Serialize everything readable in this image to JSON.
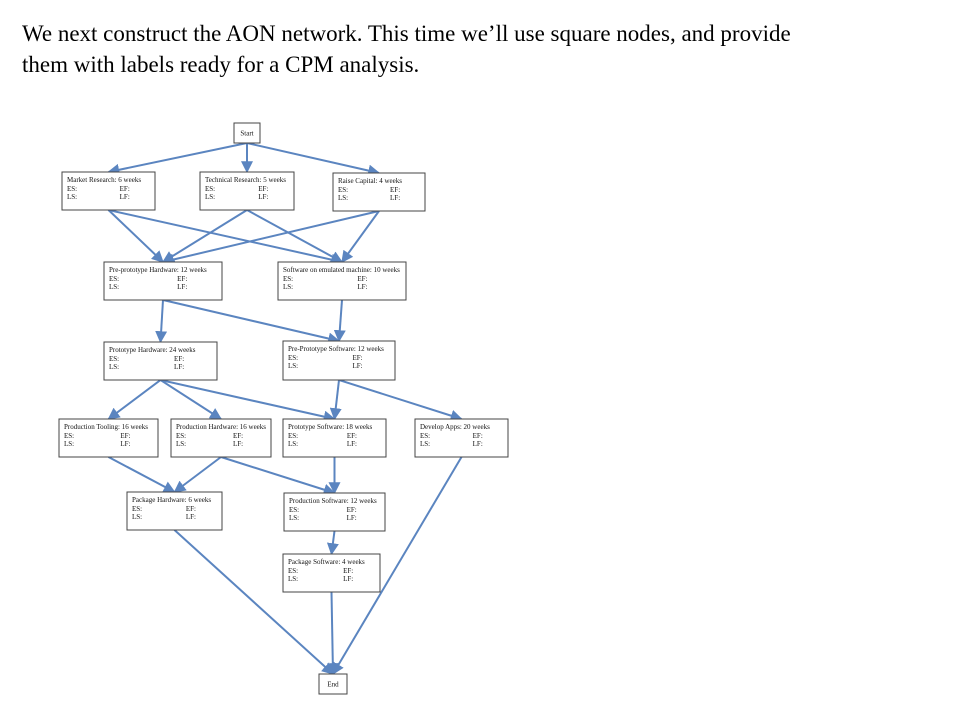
{
  "intro": {
    "line1": "We next construct the AON network. This time we’ll use square nodes, and provide",
    "line2": "them with labels ready for a CPM analysis."
  },
  "diagram": {
    "edge_color": "#5b85c0",
    "nodes": [
      {
        "id": "start",
        "title": "Start"
      },
      {
        "id": "mr",
        "title": "Market Research: 6 weeks",
        "es": "ES:",
        "ef": "EF:",
        "ls": "LS:",
        "lf": "LF:"
      },
      {
        "id": "tr",
        "title": "Technical Research: 5 weeks",
        "es": "ES:",
        "ef": "EF:",
        "ls": "LS:",
        "lf": "LF:"
      },
      {
        "id": "rc",
        "title": "Raise Capital: 4 weeks",
        "es": "ES:",
        "ef": "EF:",
        "ls": "LS:",
        "lf": "LF:"
      },
      {
        "id": "pph",
        "title": "Pre-prototype Hardware: 12 weeks",
        "es": "ES:",
        "ef": "EF:",
        "ls": "LS:",
        "lf": "LF:"
      },
      {
        "id": "som",
        "title": "Software on emulated machine: 10 weeks",
        "es": "ES:",
        "ef": "EF:",
        "ls": "LS:",
        "lf": "LF:"
      },
      {
        "id": "ph",
        "title": "Prototype Hardware: 24 weeks",
        "es": "ES:",
        "ef": "EF:",
        "ls": "LS:",
        "lf": "LF:"
      },
      {
        "id": "pps",
        "title": "Pre-Prototype Software: 12 weeks",
        "es": "ES:",
        "ef": "EF:",
        "ls": "LS:",
        "lf": "LF:"
      },
      {
        "id": "pt",
        "title": "Production Tooling: 16 weeks",
        "es": "ES:",
        "ef": "EF:",
        "ls": "LS:",
        "lf": "LF:"
      },
      {
        "id": "prh",
        "title": "Production Hardware: 16 weeks",
        "es": "ES:",
        "ef": "EF:",
        "ls": "LS:",
        "lf": "LF:"
      },
      {
        "id": "ps",
        "title": "Prototype Software: 18 weeks",
        "es": "ES:",
        "ef": "EF:",
        "ls": "LS:",
        "lf": "LF:"
      },
      {
        "id": "da",
        "title": "Develop Apps: 20 weeks",
        "es": "ES:",
        "ef": "EF:",
        "ls": "LS:",
        "lf": "LF:"
      },
      {
        "id": "pkh",
        "title": "Package Hardware: 6 weeks",
        "es": "ES:",
        "ef": "EF:",
        "ls": "LS:",
        "lf": "LF:"
      },
      {
        "id": "prs",
        "title": "Production Software: 12 weeks",
        "es": "ES:",
        "ef": "EF:",
        "ls": "LS:",
        "lf": "LF:"
      },
      {
        "id": "pks",
        "title": "Package Software: 4 weeks",
        "es": "ES:",
        "ef": "EF:",
        "ls": "LS:",
        "lf": "LF:"
      },
      {
        "id": "end",
        "title": "End"
      }
    ],
    "edges": [
      [
        "start",
        "mr"
      ],
      [
        "start",
        "tr"
      ],
      [
        "start",
        "rc"
      ],
      [
        "mr",
        "pph"
      ],
      [
        "mr",
        "som"
      ],
      [
        "tr",
        "pph"
      ],
      [
        "tr",
        "som"
      ],
      [
        "rc",
        "pph"
      ],
      [
        "rc",
        "som"
      ],
      [
        "pph",
        "ph"
      ],
      [
        "pph",
        "pps"
      ],
      [
        "som",
        "pps"
      ],
      [
        "ph",
        "pt"
      ],
      [
        "ph",
        "prh"
      ],
      [
        "ph",
        "ps"
      ],
      [
        "pps",
        "ps"
      ],
      [
        "pps",
        "da"
      ],
      [
        "pt",
        "pkh"
      ],
      [
        "prh",
        "pkh"
      ],
      [
        "prh",
        "prs"
      ],
      [
        "ps",
        "prs"
      ],
      [
        "prs",
        "pks"
      ],
      [
        "pkh",
        "end"
      ],
      [
        "pks",
        "end"
      ],
      [
        "da",
        "end"
      ]
    ]
  }
}
